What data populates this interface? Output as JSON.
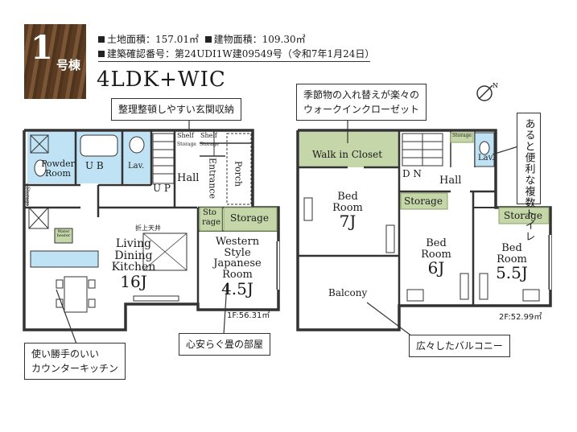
{
  "badge": {
    "number": "1",
    "suffix": "号棟"
  },
  "info": {
    "land_label": "土地面積：157.01㎡",
    "building_label": "建物面積：109.30㎡",
    "permit_label": "建築確認番号：第24UDI1W建09549号（令和7年1月24日）"
  },
  "layout_type": "4LDK+WIC",
  "callouts": {
    "entrance_storage": "整理整頓しやすい玄関収納",
    "seasonal_line1": "季節物の入れ替えが楽々の",
    "seasonal_line2": "ウォークインクローゼット",
    "toilet_vertical": "あると便利な複数トイレ",
    "counter_line1": "使い勝手のいい",
    "counter_line2": "カウンターキッチン",
    "tatami": "心安らぐ畳の部屋",
    "balcony": "広々したバルコニー"
  },
  "floor1": {
    "area": "1F:56.31㎡",
    "powder_room": "Powder Room",
    "ub": "U B",
    "lav": "Lav.",
    "shelf1": "Shelf",
    "shelf2": "Shelf",
    "storage_small1": "Storage",
    "storage_small2": "Storage",
    "storage_side": "Storage",
    "hall": "Hall",
    "up": "U P",
    "entrance": "Entrance",
    "porch": "Porch",
    "sto": "Sto",
    "rage": "rage",
    "storage": "Storage",
    "ceiling": "折上天井",
    "ldk_line1": "Living",
    "ldk_line2": "Dining",
    "ldk_line3": "Kitchen",
    "ldk_size": "16J",
    "jp_line1": "Western",
    "jp_line2": "Style",
    "jp_line3": "Japanese",
    "jp_line4": "Room",
    "jp_size": "4.5J",
    "unit_label": "Water heater"
  },
  "floor2": {
    "area": "2F:52.99㎡",
    "wic": "Walk in Closet",
    "storage_small": "Storage",
    "dn": "D N",
    "hall": "Hall",
    "lav": "Lav.",
    "bed1_line1": "Bed",
    "bed1_line2": "Room",
    "bed1_size": "7J",
    "storage_mid": "Storage",
    "bed2_line1": "Bed",
    "bed2_line2": "Room",
    "bed2_size": "6J",
    "storage_right": "Storage",
    "bed3_line1": "Bed",
    "bed3_line2": "Room",
    "bed3_size": "5.5J",
    "balcony": "Balcony"
  },
  "colors": {
    "water_area": "#bfe3f5",
    "storage_fill": "#c5d6a8",
    "storage_border": "#8aa266",
    "wall": "#333333",
    "badge_wood": "#6b4a2e"
  },
  "icons": [
    "compass-icon"
  ]
}
